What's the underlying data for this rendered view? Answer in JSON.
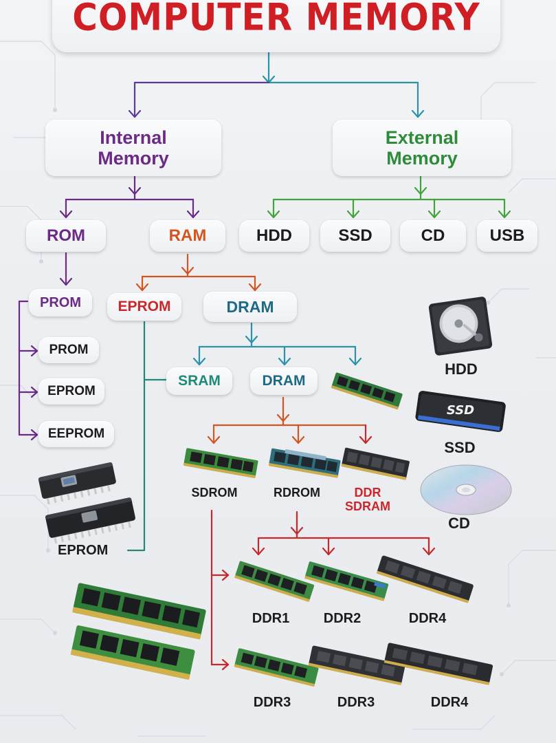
{
  "title": "COMPUTER MEMORY",
  "internal_memory": "Internal\nMemory",
  "external_memory": "External\nMemory",
  "rom": "ROM",
  "ram": "RAM",
  "external_types": [
    "HDD",
    "SSD",
    "CD",
    "USB"
  ],
  "rom_branch": {
    "head": "PROM",
    "items": [
      "PROM",
      "EPROM",
      "EEPROM"
    ],
    "chip_label": "EPROM"
  },
  "ram_branch": {
    "eprom": "EPROM",
    "dram": "DRAM"
  },
  "dram_branch": {
    "sram": "SRAM",
    "dram": "DRAM"
  },
  "dram_modules": [
    "SDROM",
    "RDROM",
    "DDR\nSDRAM"
  ],
  "ddr_row1": [
    "DDR1",
    "DDR2",
    "DDR4"
  ],
  "ddr_row2": [
    "DDR3",
    "DDR3",
    "DDR4"
  ],
  "device_labels": {
    "hdd": "HDD",
    "ssd": "SSD",
    "ssd_drive_text": "SSD",
    "cd": "CD"
  },
  "colors": {
    "title": "#cf1f24",
    "internal": "#6a2a86",
    "external": "#2e8b3a",
    "ram": "#d4551f",
    "dram": "#1d6a86",
    "ddr": "#c8282c"
  }
}
